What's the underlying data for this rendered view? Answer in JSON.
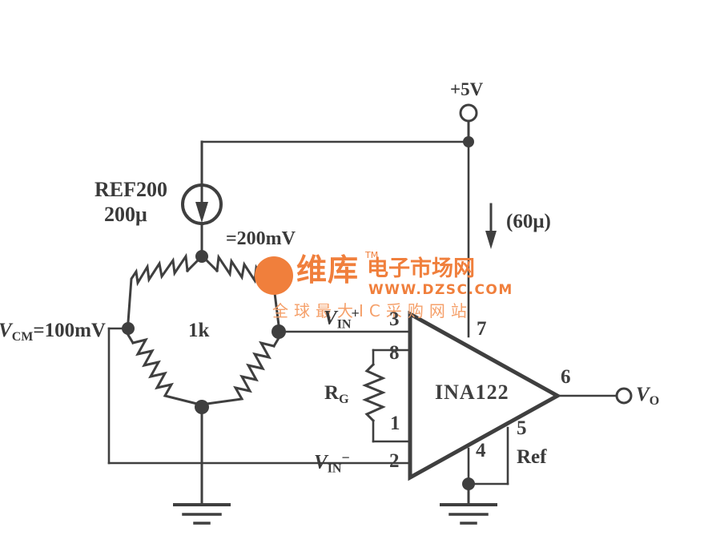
{
  "diagram": {
    "title": "INA122 instrumentation amplifier bridge circuit",
    "ink_color": "#3f3f3f",
    "accent_color": "#f07f3c",
    "background_color": "#ffffff"
  },
  "components": {
    "current_source": {
      "name_label": "REF200",
      "value_label": "200μ",
      "symbol": "current-source-circle-arrow"
    },
    "bridge": {
      "value_label": "1k",
      "symbol": "wheatstone-bridge-four-resistors"
    },
    "gain_resistor": {
      "label_main": "R",
      "label_sub": "G",
      "symbol": "zigzag-resistor"
    },
    "amplifier": {
      "part_number": "INA122",
      "symbol": "triangle-amplifier",
      "pins": {
        "p3": "3",
        "p8": "8",
        "p1": "1",
        "p2": "2",
        "p7": "7",
        "p4": "4",
        "p5": "5",
        "p6": "6"
      },
      "ref_label": "Ref"
    }
  },
  "nets": {
    "supply": {
      "label": "+5V",
      "terminal": "open-circle-terminal"
    },
    "supply_current": {
      "label": "(60μ)",
      "symbol": "down-arrow"
    },
    "bridge_excitation": {
      "label": "=200mV"
    },
    "common_mode": {
      "label_main": "V",
      "label_sub": "CM",
      "label_rest": "=100mV",
      "full": "V_CM=100mV"
    },
    "vin_plus": {
      "label_main": "V",
      "label_sub": "IN",
      "label_sup": "+"
    },
    "vin_minus": {
      "label_main": "V",
      "label_sub": "IN",
      "label_sup": "−"
    },
    "vout": {
      "label_main": "V",
      "label_sub": "O",
      "terminal": "open-circle-terminal"
    },
    "ground_left": {
      "symbol": "ground-three-bar"
    },
    "ground_right": {
      "symbol": "ground-three-bar"
    }
  },
  "watermark": {
    "brand_cn": "维库",
    "brand_cn2": "电子市场网",
    "trademark": "TM",
    "url": "WWW.DZSC.COM",
    "slogan": "全球最大IC采购网站",
    "logo": "circuit-board-logo-icon"
  }
}
